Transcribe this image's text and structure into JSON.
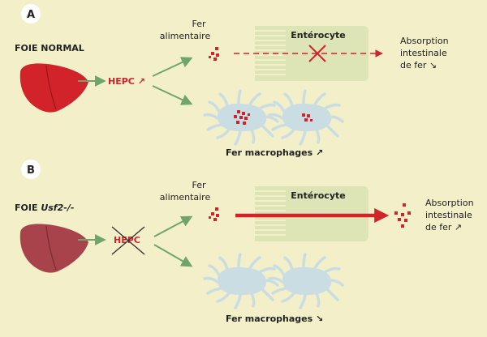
{
  "panel_a": {
    "badge": "A",
    "liver_label": "FOIE NORMAL",
    "hepc_label": "HEPC",
    "hepc_trend": "↗",
    "dietary_iron_line1": "Fer",
    "dietary_iron_line2": "alimentaire",
    "enterocyte_label": "Entérocyte",
    "absorption_line1": "Absorption",
    "absorption_line2": "intestinale",
    "absorption_line3": "de fer",
    "absorption_trend": "↘",
    "macrophage_label": "Fer macrophages",
    "macrophage_trend": "↗"
  },
  "panel_b": {
    "badge": "B",
    "liver_label_prefix": "FOIE",
    "liver_label_gene": "Usf2-/-",
    "hepc_label": "HEPC",
    "dietary_iron_line1": "Fer",
    "dietary_iron_line2": "alimentaire",
    "enterocyte_label": "Entérocyte",
    "absorption_line1": "Absorption",
    "absorption_line2": "intestinale",
    "absorption_line3": "de fer",
    "absorption_trend": "↗",
    "macrophage_label": "Fer macrophages",
    "macrophage_trend": "↘"
  },
  "colors": {
    "background": "#f3f0c9",
    "liver_normal": "#d2232a",
    "liver_knockout": "#a8434b",
    "iron": "#d2232a",
    "arrow_green": "#6fa56b",
    "enterocyte": "#dde4b5",
    "macrophage": "#c9dde2",
    "badge_fill": "#ffffff"
  }
}
